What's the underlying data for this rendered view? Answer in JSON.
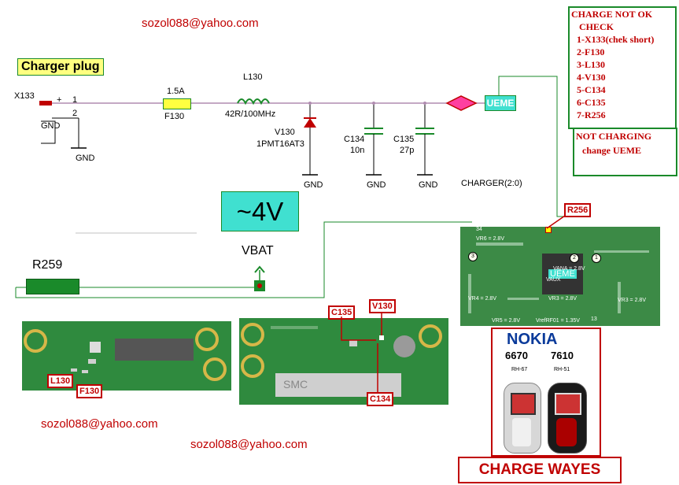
{
  "emails": [
    "sozol088@yahoo.com",
    "sozol088@yahoo.com",
    "sozol088@yahoo.com"
  ],
  "title": "Charger plug",
  "schematic": {
    "x133": "X133",
    "plus": "+",
    "pin1": "1",
    "pin2": "2",
    "gnd": "GND",
    "f130_rating": "1.5A",
    "f130": "F130",
    "l130": "L130",
    "l130_value": "42R/100MHz",
    "v130": "V130",
    "v130_part": "1PMT16AT3",
    "c134": "C134",
    "c134_value": "10n",
    "c135": "C135",
    "c135_value": "27p",
    "ueme": "UEME",
    "charger_bus": "CHARGER(2:0)",
    "voltage": "~4V",
    "vbat": "VBAT",
    "r259": "R259"
  },
  "checklist": {
    "title": "CHARGE NOT OK",
    "check": "CHECK",
    "items": [
      "1-X133(chek short)",
      "2-F130",
      "3-L130",
      "4-V130",
      "5-C134",
      "6-C135",
      "7-R256"
    ]
  },
  "not_charging": {
    "line1": "NOT CHARGING",
    "line2": "change UEME"
  },
  "board_labels": {
    "r256": "R256",
    "c135": "C135",
    "v130": "V130",
    "c134": "C134",
    "l130": "L130",
    "f130": "F130",
    "uem_chip": "UEME",
    "vr6": "VR6 = 2.8V",
    "vana": "VANA = 2.8V",
    "vaux": "VAUX",
    "vr4": "VR4 = 2.8V",
    "vr3": "VR3 = 2.8V",
    "vr5": "VR5 = 2.8V",
    "vrefrf": "VrefRF01 = 1.35V",
    "p34": "34",
    "p1": "1",
    "p2": "2",
    "p3": "3",
    "p13": "13",
    "smc": "SMC"
  },
  "phone_panel": {
    "brand": "NOKIA",
    "model_a": "6670",
    "model_b": "7610",
    "rh_a": "RH-67",
    "rh_b": "RH-51"
  },
  "footer": "CHARGE WAYES",
  "colors": {
    "red": "#c00000",
    "green": "#1a8a2a",
    "teal": "#40e0d0",
    "pcb": "#2f8a3e"
  }
}
